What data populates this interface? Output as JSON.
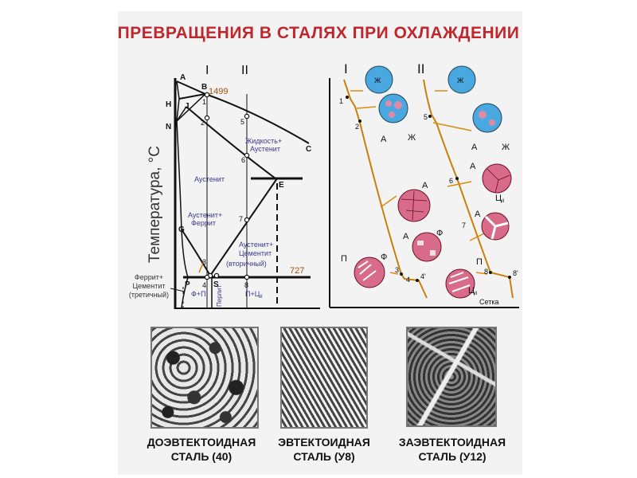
{
  "title": "ПРЕВРАЩЕНИЯ В СТАЛЯХ ПРИ ОХЛАЖДЕНИИ",
  "diagram": {
    "y_axis_label": "Температура, °С",
    "col_I": "I",
    "col_II": "II",
    "temp_1499": "1499",
    "temp_727": "727",
    "points": {
      "A": "A",
      "B": "B",
      "H": "H",
      "J": "J",
      "N": "N",
      "C": "C",
      "E": "E",
      "G": "G",
      "P": "P",
      "S": "S",
      "p1": "1",
      "p2": "2",
      "p3": "3",
      "p4": "4",
      "p5": "5",
      "p6": "6",
      "p7": "7",
      "p8": "8"
    },
    "regions": {
      "liquid_line1": "Жидкость+",
      "liquid_line2": "Аустенит",
      "austenite": "Аустенит",
      "aus_ferrite_line1": "Аустенит+",
      "aus_ferrite_line2": "Феррит",
      "aus_cem_line1": "Аустенит+",
      "aus_cem_line2": "Цементит",
      "aus_cem_line3": "(вторичный)",
      "fp": "Ф+П",
      "pearlite": "Перлит",
      "pc": "П+Ц",
      "pc_sub": "II",
      "ferrite_cem_line1": "Феррит+",
      "ferrite_cem_line2": "Цементит",
      "ferrite_cem_line3": "(третичный)"
    }
  },
  "cooling": {
    "curve_I": "I",
    "curve_II": "II",
    "labels": {
      "zh": "Ж",
      "a": "А",
      "f": "Ф",
      "p": "П",
      "ts": "Ц",
      "ts_sub": "II",
      "setka": "Сетка",
      "n1": "1",
      "n2": "2",
      "n3": "3",
      "n4": "4",
      "n4p": "4'",
      "n5": "5",
      "n6": "6",
      "n7": "7",
      "n8": "8",
      "n8p": "8'"
    }
  },
  "micrographs": [
    {
      "caption_line1": "ДОЭВТЕКТОИДНАЯ",
      "caption_line2": "СТАЛЬ (40)"
    },
    {
      "caption_line1": "ЭВТЕКТОИДНАЯ",
      "caption_line2": "СТАЛЬ (У8)"
    },
    {
      "caption_line1": "ЗАЭВТЕКТОИДНАЯ",
      "caption_line2": "СТАЛЬ (У12)"
    }
  ],
  "colors": {
    "title": "#c0272d",
    "region_text": "#3a3a8c",
    "temperature_text": "#a0520a",
    "cooling_curve": "#c8800a",
    "arrow": "#d98a10",
    "liquid_grain": "#4aa8e0",
    "austenite_grain": "#d86a8a"
  }
}
